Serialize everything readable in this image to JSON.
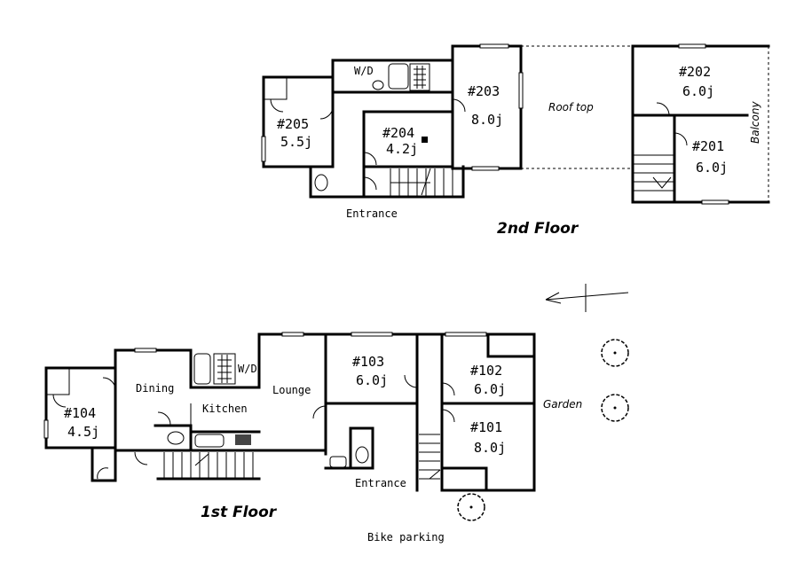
{
  "second_floor": {
    "title": "2nd Floor",
    "rooms": [
      {
        "number": "#205",
        "size": "5.5j"
      },
      {
        "number": "#204",
        "size": "4.2j"
      },
      {
        "number": "#203",
        "size": "8.0j"
      },
      {
        "number": "#202",
        "size": "6.0j"
      },
      {
        "number": "#201",
        "size": "6.0j"
      }
    ],
    "roof_top": "Roof top",
    "balcony": "Balcony",
    "entrance": "Entrance",
    "washer": "W/D"
  },
  "first_floor": {
    "title": "1st Floor",
    "rooms": [
      {
        "number": "#104",
        "size": "4.5j"
      },
      {
        "number": "#103",
        "size": "6.0j"
      },
      {
        "number": "#102",
        "size": "6.0j"
      },
      {
        "number": "#101",
        "size": "8.0j"
      }
    ],
    "dining": "Dining",
    "kitchen": "Kitchen",
    "lounge": "Lounge",
    "entrance": "Entrance",
    "garden": "Garden",
    "bike_parking": "Bike parking",
    "washer": "W/D"
  }
}
